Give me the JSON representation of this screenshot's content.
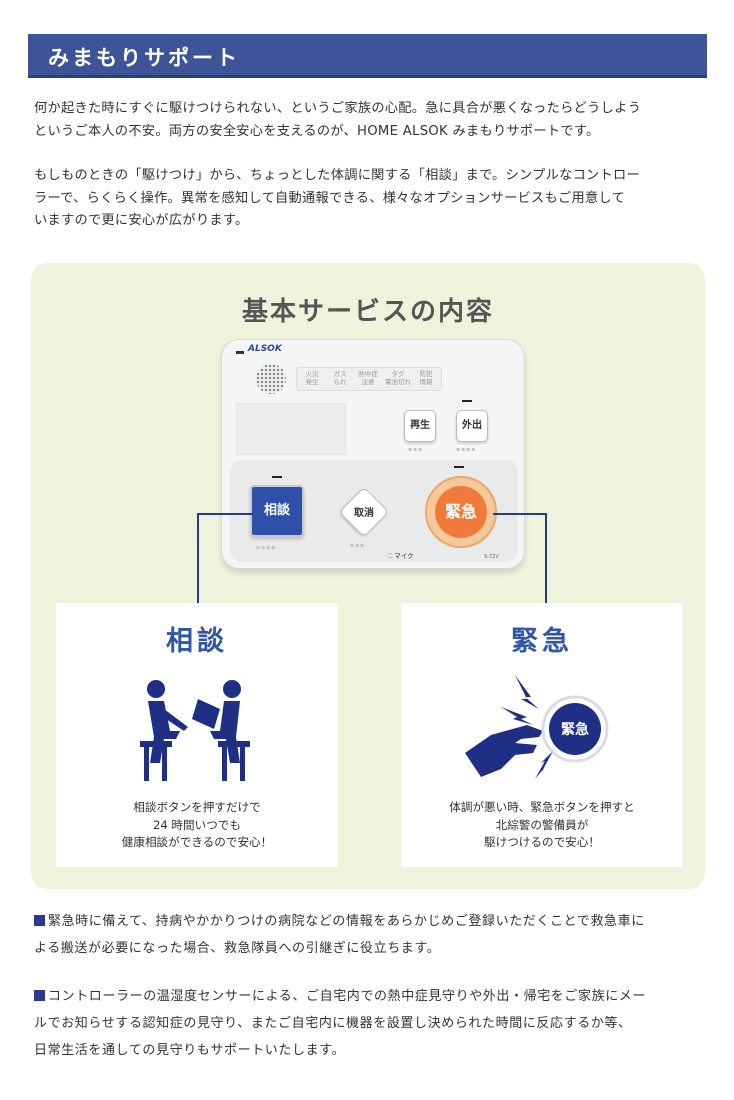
{
  "header": {
    "title": "みまもりサポート"
  },
  "intro": {
    "paragraph1": [
      "何か起きた時にすぐに駆けつけられない、というご家族の心配。急に具合が悪くなったらどうしよう",
      "というご本人の不安。両方の安全安心を支えるのが、HOME ALSOK みまもりサポートです。"
    ],
    "paragraph2": [
      "もしものときの「駆けつけ」から、ちょっとした体調に関する「相談」まで。シンプルなコントロー",
      "ラーで、らくらく操作。異常を感知して自動通報できる、様々なオプションサービスもご用意して",
      "いますので更に安心が広がります。"
    ]
  },
  "services": {
    "title": "基本サービスの内容",
    "device": {
      "brand": "ALSOK",
      "status_labels": [
        "火災\n発生",
        "ガス\nもれ",
        "熱中症\n注意",
        "タグ\n電池切れ",
        "防犯\n情報"
      ],
      "play_button": "再生",
      "away_button": "外出",
      "consult_button": "相談",
      "cancel_button": "取消",
      "emergency_button": "緊急",
      "mic_label": "マイク",
      "model_label": "S-72V"
    },
    "consult_card": {
      "title": "相談",
      "lines": [
        "相談ボタンを押すだけで",
        "24 時間いつでも",
        "健康相談ができるので安心！"
      ]
    },
    "emergency_card": {
      "title": "緊急",
      "badge": "緊急",
      "lines": [
        "体調が悪い時、緊急ボタンを押すと",
        "北綜警の警備員が",
        "駆けつけるので安心！"
      ]
    }
  },
  "notes": [
    [
      "緊急時に備えて、持病やかかりつけの病院などの情報をあらかじめご登録いただくことで救急車に",
      "よる搬送が必要になった場合、救急隊員への引継ぎに役立ちます。"
    ],
    [
      "コントローラーの温湿度センサーによる、ご自宅内での熱中症見守りや外出・帰宅をご家族にメー",
      "ルでお知らせする認知症の見守り、またご自宅内に機器を設置し決められた時間に反応するか等、",
      "日常生活を通しての見守りもサポートいたします。"
    ]
  ],
  "colors": {
    "header": "#3e5498",
    "panel_bg": "#eef3dc",
    "accent_blue": "#2f56a8",
    "navy": "#1f2f86",
    "emergency_orange": "#ef7a3a"
  }
}
